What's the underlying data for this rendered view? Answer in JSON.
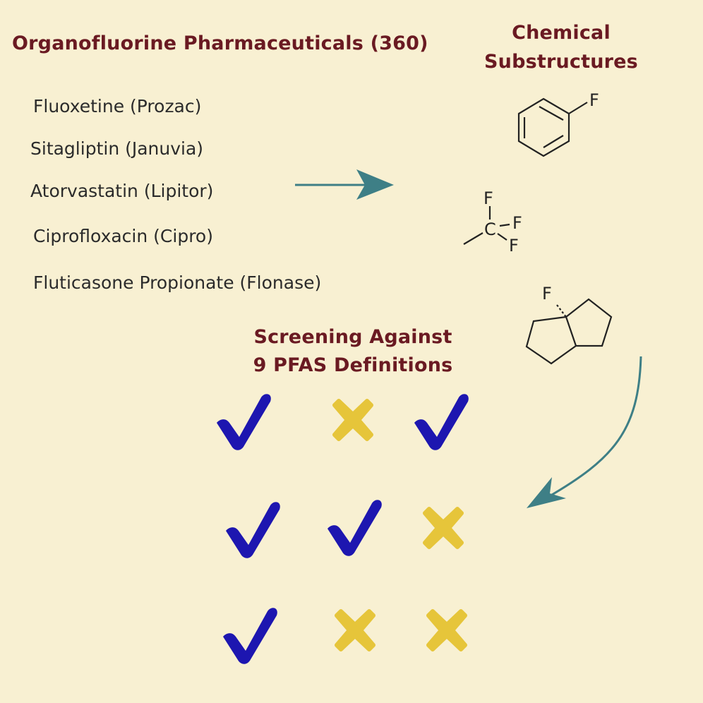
{
  "titles": {
    "pharma": "Organofluorine Pharmaceuticals (360)",
    "substructures_line1": "Chemical",
    "substructures_line2": "Substructures",
    "screening_line1": "Screening Against",
    "screening_line2": "9 PFAS Definitions"
  },
  "drugs": [
    "Fluoxetine (Prozac)",
    "Sitagliptin (Januvia)",
    "Atorvastatin (Lipitor)",
    "Ciprofloxacin (Cipro)",
    "Fluticasone Propionate (Flonase)"
  ],
  "substructures": {
    "fluorobenzene": {
      "atom_label": "F"
    },
    "trifluoromethyl": {
      "carbon_label": "C",
      "fluorine_label": "F"
    },
    "fluoro_bicyclic": {
      "atom_label": "F"
    }
  },
  "screening_grid": [
    [
      "check",
      "cross",
      "check"
    ],
    [
      "check",
      "check",
      "cross"
    ],
    [
      "check",
      "cross",
      "cross"
    ]
  ],
  "colors": {
    "background": "#f8f0d2",
    "heading": "#6a1a22",
    "check": "#1d16b0",
    "cross": "#e6c53a",
    "arrow": "#3e7f86"
  }
}
